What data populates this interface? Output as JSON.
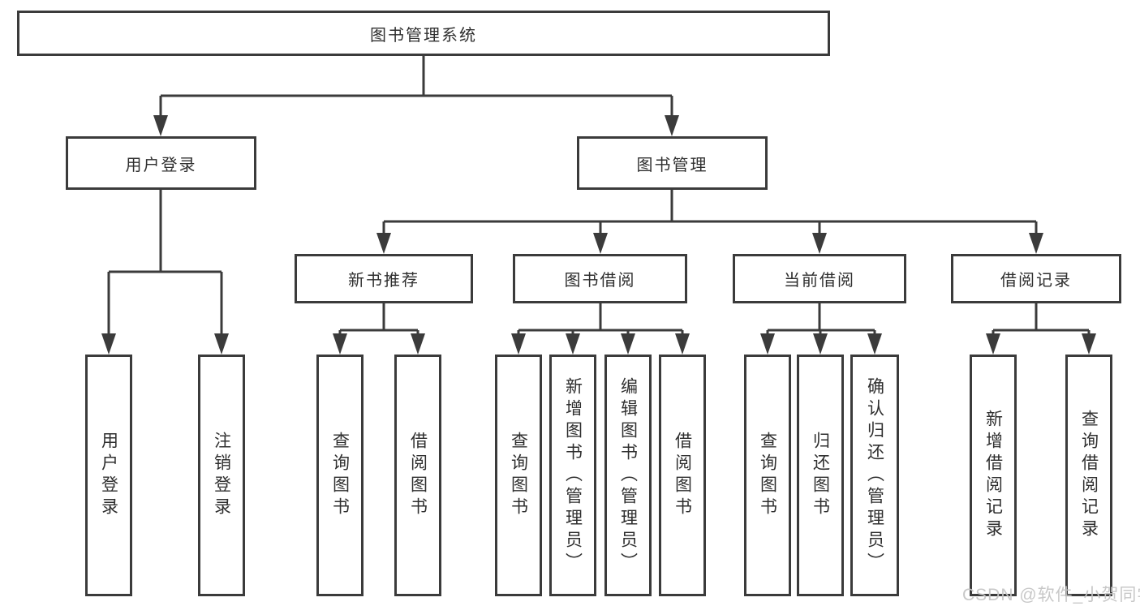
{
  "tree": {
    "label": "图书管理系统",
    "children": [
      {
        "label": "用户登录",
        "children": [
          {
            "label": "用户登录"
          },
          {
            "label": "注销登录"
          }
        ]
      },
      {
        "label": "图书管理",
        "children": [
          {
            "label": "新书推荐",
            "children": [
              {
                "label": "查询图书"
              },
              {
                "label": "借阅图书"
              }
            ]
          },
          {
            "label": "图书借阅",
            "children": [
              {
                "label": "查询图书"
              },
              {
                "label": "新增图书（管理员）"
              },
              {
                "label": "编辑图书（管理员）"
              },
              {
                "label": "借阅图书"
              }
            ]
          },
          {
            "label": "当前借阅",
            "children": [
              {
                "label": "查询图书"
              },
              {
                "label": "归还图书"
              },
              {
                "label": "确认归还（管理员）"
              }
            ]
          },
          {
            "label": "借阅记录",
            "children": [
              {
                "label": "新增借阅记录"
              },
              {
                "label": "查询借阅记录"
              }
            ]
          }
        ]
      }
    ]
  },
  "watermark": "CSDN @软件_小贺同学",
  "colors": {
    "line": "#3b3b3b",
    "text": "#2f2f2f",
    "background": "#ffffff",
    "watermark": "#c5c5c5"
  }
}
